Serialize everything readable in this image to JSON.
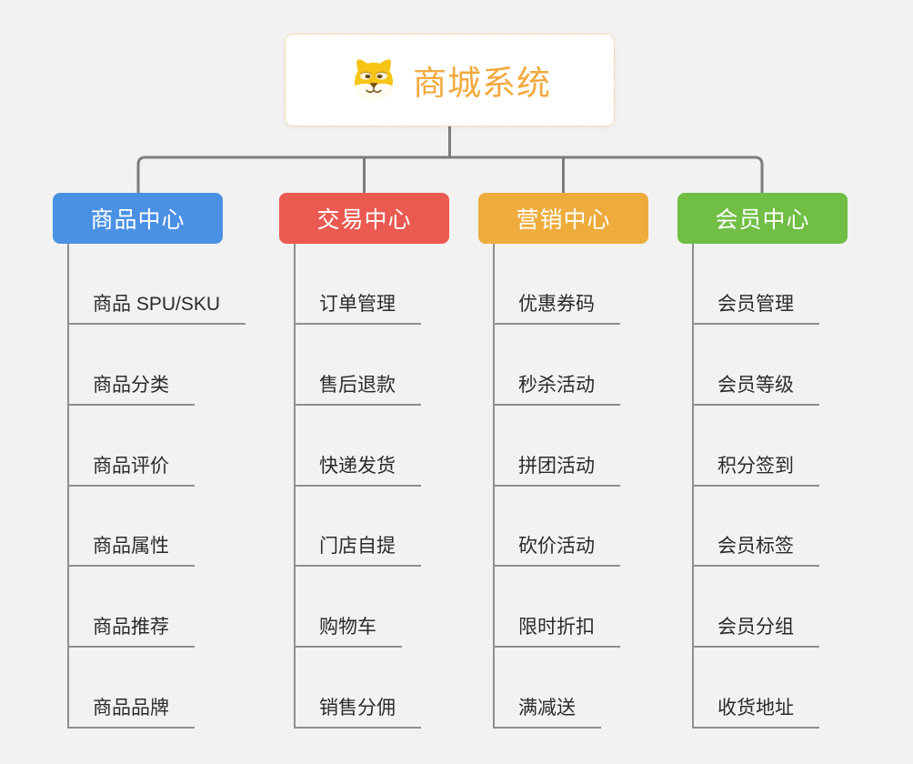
{
  "page": {
    "background": "#f2f2f2",
    "connector_color": "#7d7d7d",
    "leaf_line_color": "#8f8f8f"
  },
  "root": {
    "title": "商城系统",
    "icon": "dog-face-icon",
    "title_color": "#f2a93d",
    "border_color": "#f5bd6b"
  },
  "branches": [
    {
      "label": "商品中心",
      "color": "#4a91e4",
      "children": [
        "商品 SPU/SKU",
        "商品分类",
        "商品评价",
        "商品属性",
        "商品推荐",
        "商品品牌"
      ]
    },
    {
      "label": "交易中心",
      "color": "#ea5a50",
      "children": [
        "订单管理",
        "售后退款",
        "快递发货",
        "门店自提",
        "购物车",
        "销售分佣"
      ]
    },
    {
      "label": "营销中心",
      "color": "#edac3c",
      "children": [
        "优惠券码",
        "秒杀活动",
        "拼团活动",
        "砍价活动",
        "限时折扣",
        "满减送"
      ]
    },
    {
      "label": "会员中心",
      "color": "#70be44",
      "children": [
        "会员管理",
        "会员等级",
        "积分签到",
        "会员标签",
        "会员分组",
        "收货地址"
      ]
    }
  ]
}
